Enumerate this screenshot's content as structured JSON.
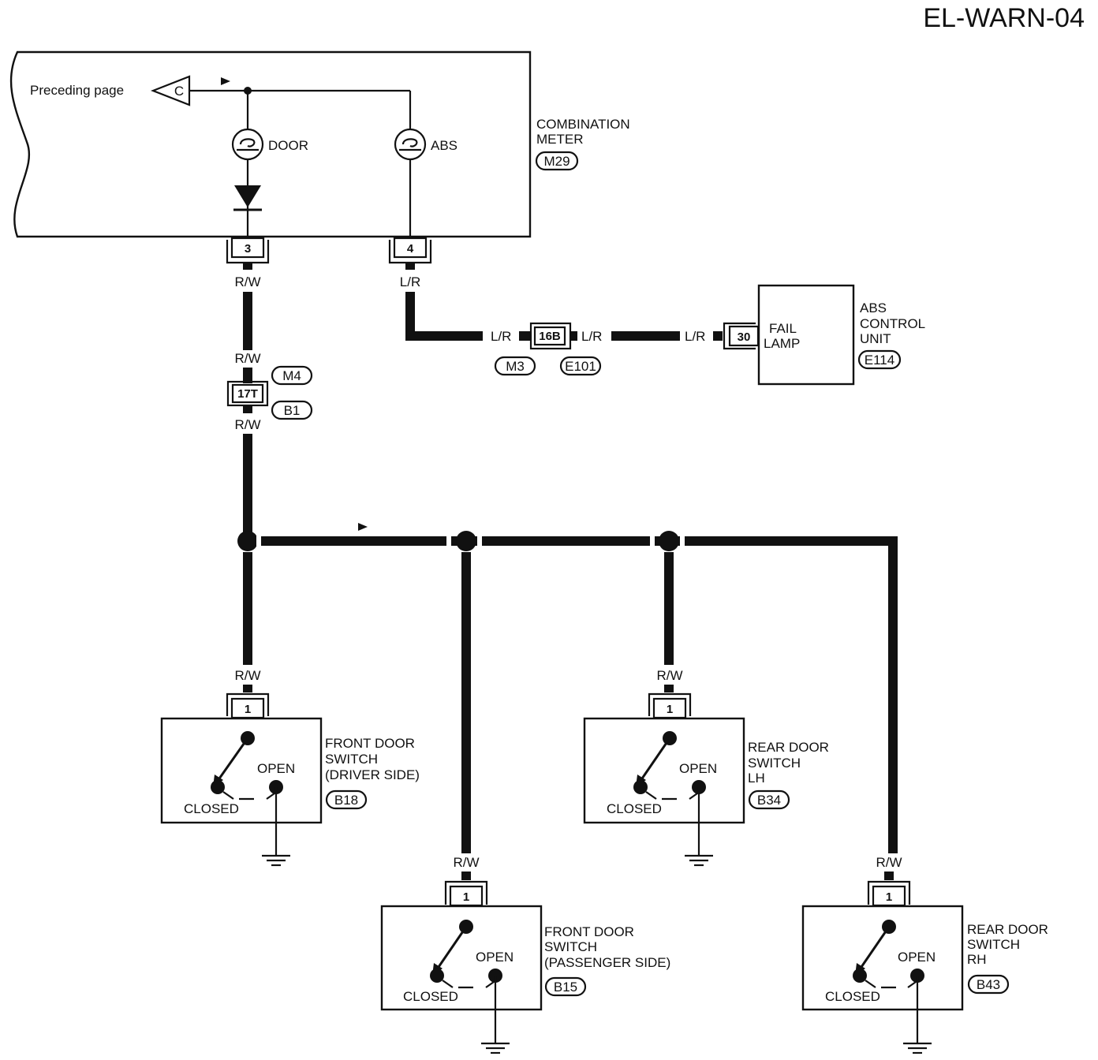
{
  "page_id": "EL-WARN-04",
  "combination_meter": {
    "title_line1": "COMBINATION",
    "title_line2": "METER",
    "connector": "M29",
    "preceding_page": "Preceding page",
    "ref_letter": "C",
    "door_lamp": "DOOR",
    "abs_lamp": "ABS",
    "pin_door": "3",
    "pin_abs": "4"
  },
  "wire_colors": {
    "door_circuit": "R/W",
    "abs_circuit": "L/R"
  },
  "junction_door": {
    "pin": "17T",
    "connector_top": "M4",
    "connector_bottom": "B1"
  },
  "junction_abs": {
    "pin": "16B",
    "connector_left": "M3",
    "connector_right": "E101"
  },
  "abs_control_unit": {
    "title_line1": "ABS",
    "title_line2": "CONTROL",
    "title_line3": "UNIT",
    "connector": "E114",
    "pin": "30",
    "lamp_line1": "FAIL",
    "lamp_line2": "LAMP"
  },
  "switches": [
    {
      "name_line1": "FRONT DOOR",
      "name_line2": "SWITCH",
      "name_line3": "(DRIVER SIDE)",
      "connector": "B18",
      "pin": "1",
      "open": "OPEN",
      "closed": "CLOSED"
    },
    {
      "name_line1": "FRONT DOOR",
      "name_line2": "SWITCH",
      "name_line3": "(PASSENGER SIDE)",
      "connector": "B15",
      "pin": "1",
      "open": "OPEN",
      "closed": "CLOSED"
    },
    {
      "name_line1": "REAR DOOR",
      "name_line2": "SWITCH",
      "name_line3": "LH",
      "connector": "B34",
      "pin": "1",
      "open": "OPEN",
      "closed": "CLOSED"
    },
    {
      "name_line1": "REAR DOOR",
      "name_line2": "SWITCH",
      "name_line3": "RH",
      "connector": "B43",
      "pin": "1",
      "open": "OPEN",
      "closed": "CLOSED"
    }
  ]
}
